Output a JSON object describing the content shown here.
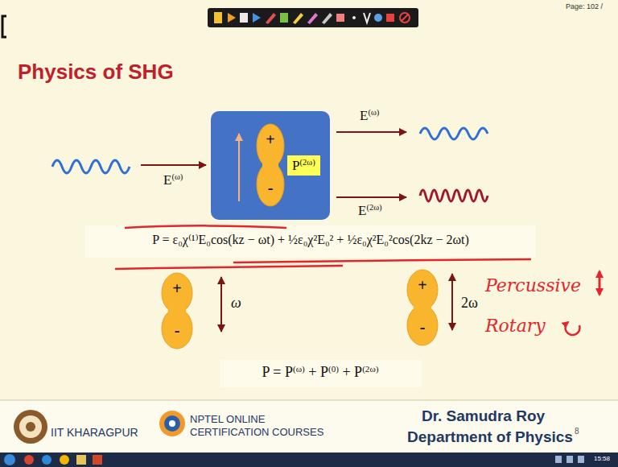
{
  "diagram": {
    "title": "Physics of SHG",
    "nodes": [
      {
        "text": [
          "+",
          "-"
        ]
      },
      {
        "text": [
          "P(2ω)"
        ]
      },
      {
        "text": [
          "+",
          "-"
        ]
      },
      {
        "text": [
          "+",
          "-"
        ]
      }
    ],
    "labels": [
      "Page: 102 /",
      "E(ω)",
      "E(ω)",
      "E(2ω)",
      "P = ε₀χ⁽¹⁾E₀cos(kz − ωt) + ½ε₀χ²E₀² + ½ε₀χ²E₀²cos(2kz − 2ωt)",
      "ω",
      "2ω",
      "Percussive",
      "Rotary",
      "P = P(ω) + P(0) + P(2ω)",
      "IIT KHARAGPUR",
      "NPTEL ONLINE",
      "CERTIFICATION COURSES",
      "Dr. Samudra Roy",
      "Department of Physics",
      "8",
      "15:58"
    ]
  }
}
